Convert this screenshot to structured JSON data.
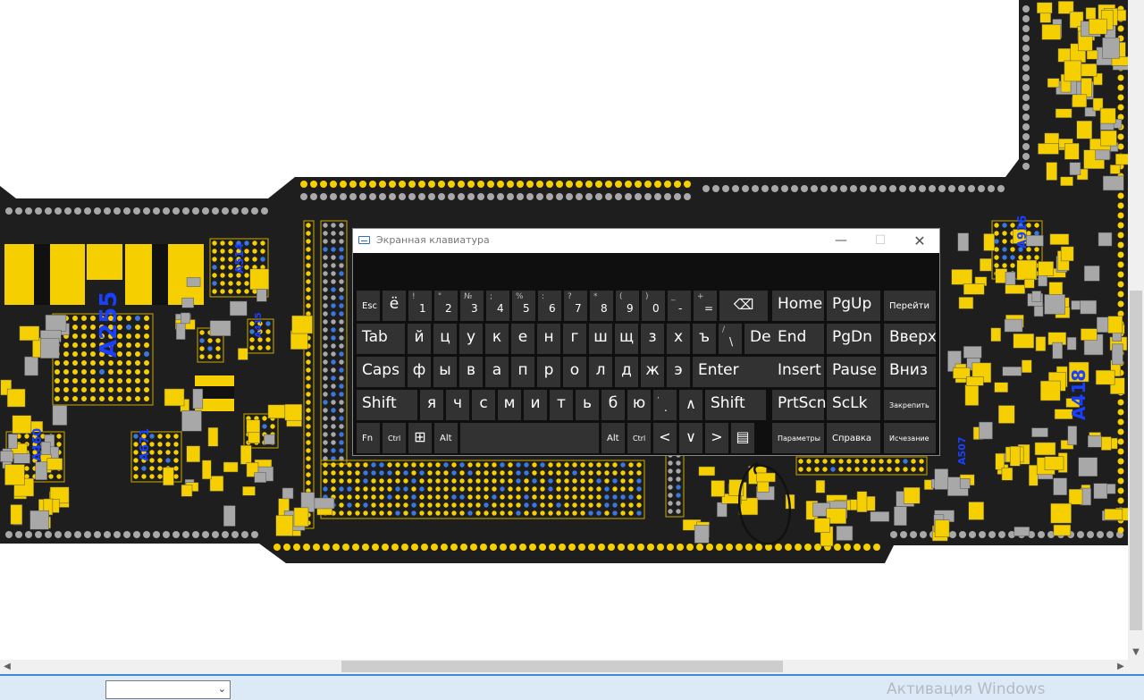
{
  "osk": {
    "title": "Экранная клавиатура",
    "controls": {
      "minimize": "—",
      "maximize": "☐",
      "close": "✕"
    },
    "rows": [
      [
        {
          "id": "esc",
          "label": "Esc",
          "size": "sm"
        },
        {
          "id": "yo",
          "label": "ё"
        },
        {
          "id": "d1",
          "top": "!",
          "bottom": "1"
        },
        {
          "id": "d2",
          "top": "\"",
          "bottom": "2"
        },
        {
          "id": "d3",
          "top": "№",
          "bottom": "3"
        },
        {
          "id": "d4",
          "top": ";",
          "bottom": "4"
        },
        {
          "id": "d5",
          "top": "%",
          "bottom": "5"
        },
        {
          "id": "d6",
          "top": ":",
          "bottom": "6"
        },
        {
          "id": "d7",
          "top": "?",
          "bottom": "7"
        },
        {
          "id": "d8",
          "top": "*",
          "bottom": "8"
        },
        {
          "id": "d9",
          "top": "(",
          "bottom": "9"
        },
        {
          "id": "d0",
          "top": ")",
          "bottom": "0"
        },
        {
          "id": "minus",
          "top": "_",
          "bottom": "-"
        },
        {
          "id": "equals",
          "top": "+",
          "bottom": "="
        },
        {
          "id": "backspace",
          "icon": "backspace-icon",
          "glyph": "⌫"
        }
      ],
      [
        {
          "id": "tab",
          "label": "Tab"
        },
        {
          "id": "y1",
          "label": "й"
        },
        {
          "id": "c1",
          "label": "ц"
        },
        {
          "id": "u1",
          "label": "у"
        },
        {
          "id": "k1",
          "label": "к"
        },
        {
          "id": "e1",
          "label": "е"
        },
        {
          "id": "n1",
          "label": "н"
        },
        {
          "id": "g1",
          "label": "г"
        },
        {
          "id": "sh1",
          "label": "ш"
        },
        {
          "id": "sch1",
          "label": "щ"
        },
        {
          "id": "z1",
          "label": "з"
        },
        {
          "id": "h1",
          "label": "х"
        },
        {
          "id": "hard1",
          "label": "ъ"
        },
        {
          "id": "backslash",
          "top": "/",
          "bottom": "\\"
        },
        {
          "id": "del",
          "label": "Del"
        }
      ],
      [
        {
          "id": "caps",
          "label": "Caps"
        },
        {
          "id": "f2",
          "label": "ф"
        },
        {
          "id": "y2",
          "label": "ы"
        },
        {
          "id": "v2",
          "label": "в"
        },
        {
          "id": "a2",
          "label": "а"
        },
        {
          "id": "p2",
          "label": "п"
        },
        {
          "id": "r2",
          "label": "р"
        },
        {
          "id": "o2",
          "label": "о"
        },
        {
          "id": "l2",
          "label": "л"
        },
        {
          "id": "d2k",
          "label": "д"
        },
        {
          "id": "zh2",
          "label": "ж"
        },
        {
          "id": "ee2",
          "label": "э"
        },
        {
          "id": "enter",
          "label": "Enter"
        }
      ],
      [
        {
          "id": "shift-left",
          "label": "Shift"
        },
        {
          "id": "ya3",
          "label": "я"
        },
        {
          "id": "ch3",
          "label": "ч"
        },
        {
          "id": "s3",
          "label": "с"
        },
        {
          "id": "m3",
          "label": "м"
        },
        {
          "id": "i3",
          "label": "и"
        },
        {
          "id": "t3",
          "label": "т"
        },
        {
          "id": "soft3",
          "label": "ь"
        },
        {
          "id": "b3",
          "label": "б"
        },
        {
          "id": "yu3",
          "label": "ю"
        },
        {
          "id": "period",
          "top": ",",
          "bottom": "."
        },
        {
          "id": "arrow-up",
          "icon": "arrow-up-icon",
          "glyph": "∧"
        },
        {
          "id": "shift-right",
          "label": "Shift"
        }
      ],
      [
        {
          "id": "fn",
          "label": "Fn",
          "size": "sm"
        },
        {
          "id": "ctrl-left",
          "label": "Ctrl",
          "size": "xs"
        },
        {
          "id": "win",
          "icon": "windows-logo-icon",
          "glyph": "⊞"
        },
        {
          "id": "alt-left",
          "label": "Alt",
          "size": "sm"
        },
        {
          "id": "space",
          "label": ""
        },
        {
          "id": "alt-right",
          "label": "Alt",
          "size": "sm"
        },
        {
          "id": "ctrl-right",
          "label": "Ctrl",
          "size": "xs"
        },
        {
          "id": "arrow-left",
          "icon": "arrow-left-icon",
          "glyph": "<"
        },
        {
          "id": "arrow-down",
          "icon": "arrow-down-icon",
          "glyph": "∨"
        },
        {
          "id": "arrow-right",
          "icon": "arrow-right-icon",
          "glyph": ">"
        },
        {
          "id": "menu",
          "icon": "context-menu-icon",
          "glyph": "▤"
        }
      ]
    ],
    "nav": [
      [
        {
          "id": "home",
          "label": "Home"
        },
        {
          "id": "pgup",
          "label": "PgUp"
        },
        {
          "id": "perejti",
          "label": "Перейти",
          "size": "sm"
        }
      ],
      [
        {
          "id": "end",
          "label": "End"
        },
        {
          "id": "pgdn",
          "label": "PgDn"
        },
        {
          "id": "vverh",
          "label": "Вверх"
        }
      ],
      [
        {
          "id": "insert",
          "label": "Insert"
        },
        {
          "id": "pause",
          "label": "Pause"
        },
        {
          "id": "vniz",
          "label": "Вниз"
        }
      ],
      [
        {
          "id": "prtscn",
          "label": "PrtScn"
        },
        {
          "id": "sclk",
          "label": "ScLk"
        },
        {
          "id": "zakrepit",
          "label": "Закрепить",
          "size": "xs"
        }
      ],
      [
        {
          "id": "parametry",
          "label": "Параметры",
          "size": "xs"
        },
        {
          "id": "spravka",
          "label": "Справка",
          "size": "sm"
        },
        {
          "id": "ischezanie",
          "label": "Исчезание",
          "size": "xs"
        }
      ]
    ]
  },
  "board_labels": [
    "A255",
    "A514",
    "A460",
    "A671",
    "A916",
    "A418",
    "A415",
    "A507"
  ],
  "statusbar": {
    "layer_value": "",
    "activation_text": "Активация Windows"
  },
  "colors": {
    "board": "#1e1e1e",
    "pad_gold": "#f5cf00",
    "pad_gray": "#a8a8a8",
    "via_blue": "#3a78e0",
    "label_blue": "#1a40ff",
    "osk_bg": "#0f0f0f",
    "osk_key": "#323232"
  }
}
